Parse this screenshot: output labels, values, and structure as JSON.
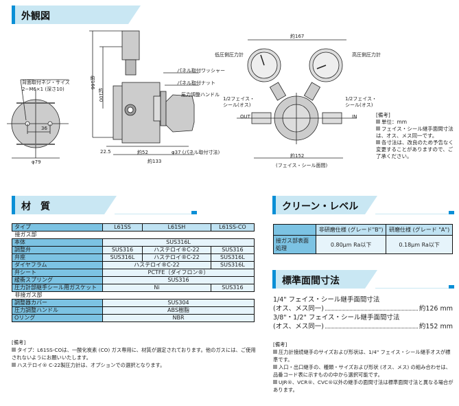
{
  "sections": {
    "exterior": "外観図",
    "material": "材　質",
    "clean": "クリーン・レベル",
    "dimension": "標準面間寸法"
  },
  "drawing": {
    "rear_thread_label": "背面取付ネジ・サイズ",
    "rear_thread_value": "2−M6×1 (深さ10)",
    "dim_36": "36",
    "dim_phi79": "φ79",
    "dim_166": "約166",
    "dim_100": "約100",
    "panel_washer": "パネル取付ワッシャー",
    "panel_nut": "パネル取付ナット",
    "handle": "圧力調整ハンドル",
    "dim_22_5": "22.5",
    "dim_52": "約52",
    "dim_phi37": "φ37 (パネル取付寸法)",
    "dim_133": "約133",
    "dim_167": "約167",
    "low_gauge": "低圧側圧力計",
    "high_gauge": "高圧側圧力計",
    "left_fitting": "1/2フェイス・\nシール(オス)",
    "right_fitting": "1/2フェイス・\nシール(オス)",
    "out": "OUT",
    "in": "IN",
    "dim_152": "約152",
    "face_seal": "(フェイス・シール面間)"
  },
  "drawing_notes": {
    "title": "[備考]",
    "items": [
      "単位：mm",
      "フェイス・シール継手面間寸法は、オス、メス同一です。",
      "各寸法は、改良のため予告なく変更することがありますので、ご了承ください。"
    ]
  },
  "material_table": {
    "header": [
      "タイプ",
      "L61SS",
      "L61SH",
      "L61SS-CO"
    ],
    "wetted_label": "接ガス部",
    "wetted": [
      {
        "k": "本体",
        "v": [
          "SUS316L"
        ],
        "span": [
          3
        ]
      },
      {
        "k": "調整弁",
        "v": [
          "SUS316",
          "ハステロイ®C-22",
          "SUS316"
        ],
        "span": [
          1,
          1,
          1
        ]
      },
      {
        "k": "弁座",
        "v": [
          "SUS316L",
          "ハステロイ®C-22",
          "SUS316L"
        ],
        "span": [
          1,
          1,
          1
        ]
      },
      {
        "k": "ダイヤフラム",
        "v": [
          "ハステロイ®C-22",
          "SUS316L"
        ],
        "span": [
          2,
          1
        ]
      },
      {
        "k": "弁シート",
        "v": [
          "PCTFE（ダイフロン®）"
        ],
        "span": [
          3
        ]
      },
      {
        "k": "緩衝スプリング",
        "v": [
          "SUS316"
        ],
        "span": [
          3
        ]
      },
      {
        "k": "圧力計部継手シール用ガスケット",
        "v": [
          "Ni",
          "SUS316"
        ],
        "span": [
          2,
          1
        ]
      }
    ],
    "nonwetted_label": "非接ガス部",
    "nonwetted": [
      {
        "k": "調整器カバー",
        "v": [
          "SUS304"
        ],
        "span": [
          3
        ]
      },
      {
        "k": "圧力調整ハンドル",
        "v": [
          "ABS樹脂"
        ],
        "span": [
          3
        ]
      },
      {
        "k": "Oリング",
        "v": [
          "NBR"
        ],
        "span": [
          3
        ]
      }
    ]
  },
  "material_notes": {
    "title": "[備考]",
    "items": [
      "タイプ：L61SS-COは、一酸化炭素 (CO) ガス専用に、材質が選定されております。他のガスには、ご使用されないようにお願いいたします。",
      "ハステロイ® C-22製圧力計は、オプションでの選択となります。"
    ]
  },
  "clean_table": {
    "header": [
      "",
      "非研磨仕様 (グレード\"B\")",
      "研磨仕様 (グレード \"A\")"
    ],
    "row": [
      "接ガス部表面処理",
      "0.80μm Ra以下",
      "0.18μm Ra以下"
    ]
  },
  "dimension": {
    "items": [
      {
        "l1": "1/4\" フェイス・シール継手面間寸法",
        "l2": "(オス、メス同一)",
        "v": "約126 mm"
      },
      {
        "l1": "3/8\"・1/2\" フェイス・シール継手面間寸法",
        "l2": "(オス、メス同一)",
        "v": "約152 mm"
      }
    ]
  },
  "dimension_notes": {
    "title": "[備考]",
    "items": [
      "圧力計接続継手のサイズおよび形状は、1/4\" フェイス・シール継手オスが標準です。",
      "入口・出口継手の、種類・サイズおよび形状 (オス、メス) の組み合わせは、品番コード表に示すものの中から選択可能です。",
      "UJR®、VCR®、CVC®以外の継手の面間寸法は標準面間寸法と異なる場合があります。"
    ]
  }
}
